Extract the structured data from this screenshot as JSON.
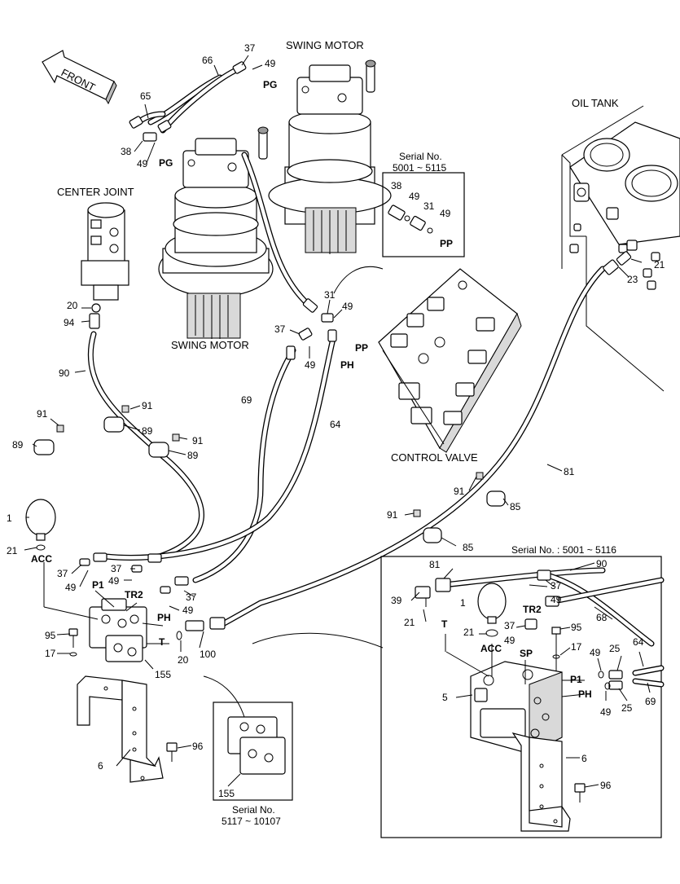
{
  "diagram": {
    "captions": {
      "swing_motor_top": "SWING MOTOR",
      "swing_motor_bottom": "SWING MOTOR",
      "oil_tank": "OIL TANK",
      "center_joint": "CENTER JOINT",
      "control_valve": "CONTROL VALVE",
      "front": "FRONT"
    },
    "serial_boxes": {
      "top": {
        "title": "Serial No.",
        "range": "5001 ~ 5115"
      },
      "right": {
        "title": "Serial No. : 5001 ~ 5116"
      },
      "bottom": {
        "title": "Serial No.",
        "range": "5117 ~ 10107"
      }
    },
    "ports": {
      "pg1": "PG",
      "pg2": "PG",
      "pp1": "PP",
      "pp2": "PP",
      "ph1": "PH",
      "acc1": "ACC",
      "p1a": "P1",
      "tr2a": "TR2",
      "ph2": "PH",
      "t1": "T",
      "tr2b": "TR2",
      "acc2": "ACC",
      "sp": "SP",
      "t2": "T",
      "p1b": "P1",
      "ph3": "PH"
    },
    "callouts": {
      "c37a": "37",
      "c66": "66",
      "c49a": "49",
      "c65": "65",
      "c38a": "38",
      "c49b": "49",
      "c38b": "38",
      "c49c": "49",
      "c31a": "31",
      "c49d": "49",
      "c21a": "21",
      "c23": "23",
      "c20a": "20",
      "c94": "94",
      "c31b": "31",
      "c49e": "49",
      "c37b": "37",
      "c49f": "49",
      "c90a": "90",
      "c69a": "69",
      "c64a": "64",
      "c91a": "91",
      "c91b": "91",
      "c89a": "89",
      "c89b": "89",
      "c91c": "91",
      "c89c": "89",
      "c81a": "81",
      "c91d": "91",
      "c85a": "85",
      "c91e": "91",
      "c85b": "85",
      "c1a": "1",
      "c21b": "21",
      "c37c": "37",
      "c49g": "49",
      "c37d": "37",
      "c49h": "49",
      "c37e": "37",
      "c49i": "49",
      "c95a": "95",
      "c17a": "17",
      "c20b": "20",
      "c100": "100",
      "c155a": "155",
      "c96a": "96",
      "c6a": "6",
      "c155b": "155",
      "c81b": "81",
      "c90b": "90",
      "c39": "39",
      "c37f": "37",
      "c49j": "49",
      "c1b": "1",
      "c21c": "21",
      "c68": "68",
      "c21d": "21",
      "c37g": "37",
      "c49k": "49",
      "c95b": "95",
      "c17b": "17",
      "c49l": "49",
      "c25a": "25",
      "c64b": "64",
      "c5": "5",
      "c49m": "49",
      "c25b": "25",
      "c69b": "69",
      "c6b": "6",
      "c96b": "96"
    }
  }
}
